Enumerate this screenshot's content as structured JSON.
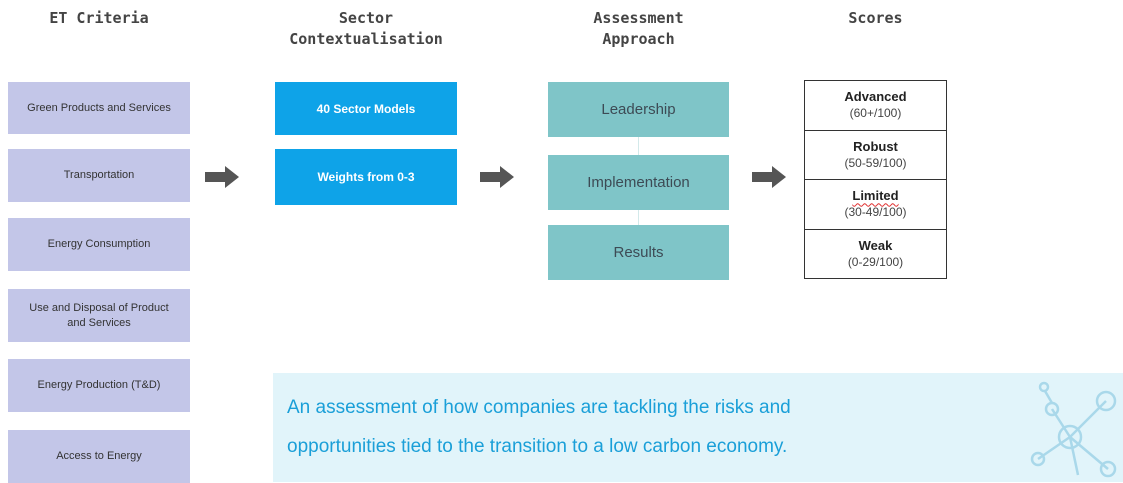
{
  "headers": {
    "criteria": "ET Criteria",
    "sector": "Sector\nContextualisation",
    "assessment": "Assessment\nApproach",
    "scores": "Scores"
  },
  "criteria": [
    "Green Products and Services",
    "Transportation",
    "Energy Consumption",
    "Use and Disposal of Product and Services",
    "Energy Production (T&D)",
    "Access to Energy"
  ],
  "sector_boxes": [
    "40 Sector Models",
    "Weights from 0-3"
  ],
  "assessment_steps": [
    "Leadership",
    "Implementation",
    "Results"
  ],
  "scores": [
    {
      "name": "Advanced",
      "range": "(60+/100)"
    },
    {
      "name": "Robust",
      "range": "(50-59/100)"
    },
    {
      "name": "Limited",
      "range": "(30-49/100)"
    },
    {
      "name": "Weak",
      "range": "(0-29/100)"
    }
  ],
  "banner": {
    "line1": "An assessment of how companies are tackling the risks and",
    "line2": "opportunities tied to the transition to a low carbon economy."
  },
  "icons": {
    "arrow": "right-arrow-icon",
    "decoration": "molecule-network-icon"
  },
  "colors": {
    "criteria_fill": "#c3c6e8",
    "sector_fill": "#0ea3e8",
    "assessment_fill": "#7fc5c8",
    "arrow": "#555555",
    "banner_bg": "#e1f4fa",
    "banner_text": "#1a9fd8"
  }
}
